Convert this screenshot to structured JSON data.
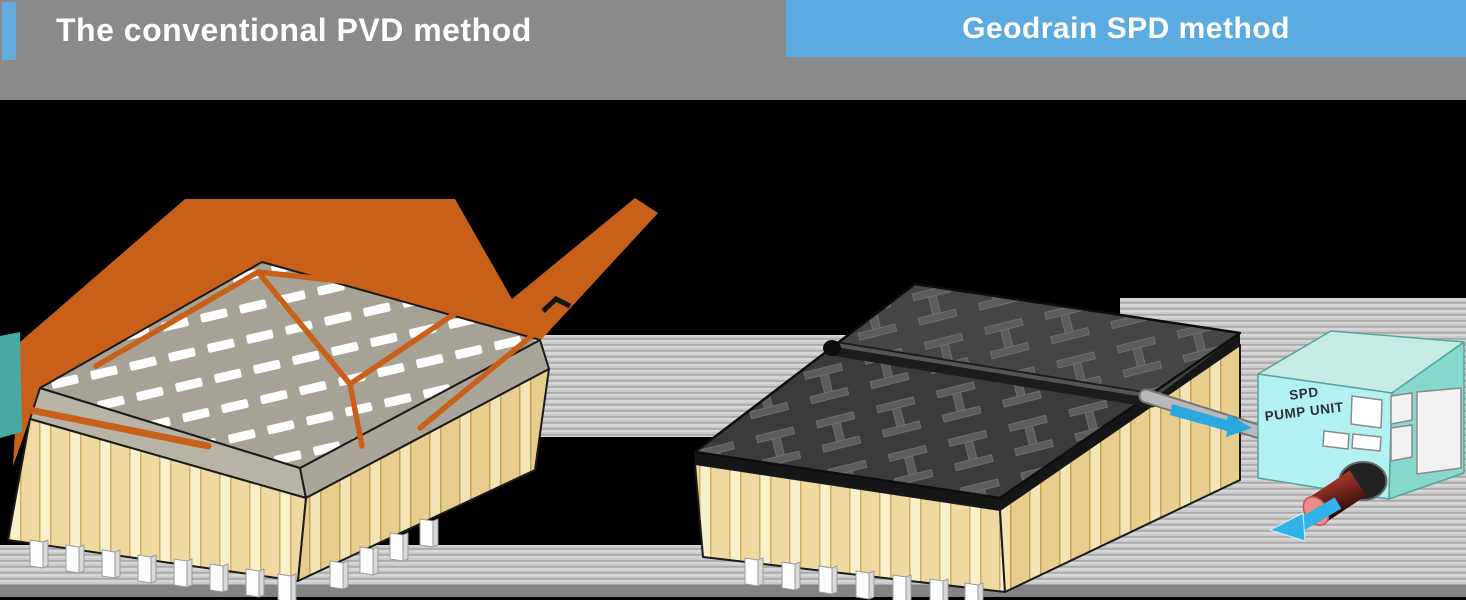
{
  "header": {
    "left_tab": {
      "label": "The conventional PVD method"
    },
    "right_tab": {
      "label": "Geodrain SPD method"
    }
  },
  "diagram": {
    "pump_unit": {
      "label_line1": "SPD",
      "label_line2": "PUMP UNIT"
    }
  },
  "colors": {
    "header_band": "#8a8a8a",
    "accent_blue": "#62aee2",
    "banner_blue": "#5babe0",
    "tarp_orange": "#c8601a",
    "sand_mat_gray": "#a6a396",
    "soil_tan": "#eed9a0",
    "membrane_dark": "#3b3b3b",
    "pump_cyan": "#b2f1f2",
    "flow_arrow_blue": "#2aa9e0",
    "discharge_red": "#a93226",
    "teal_patch": "#49a8a2"
  }
}
